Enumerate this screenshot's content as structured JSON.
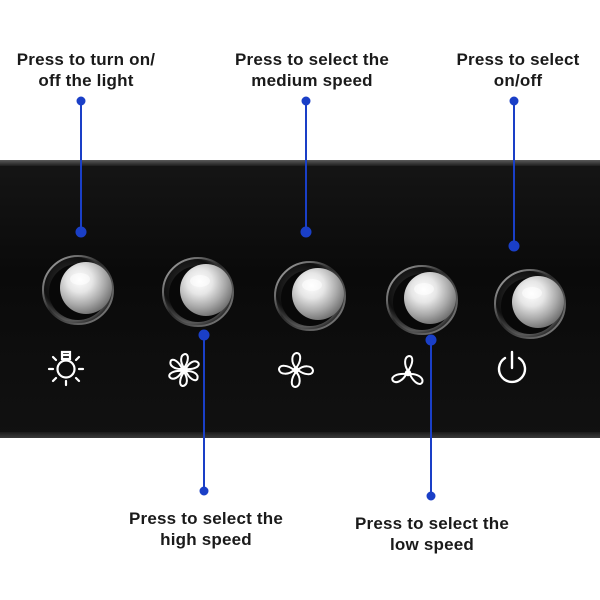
{
  "callouts": {
    "light": "Press to turn on/\noff the light",
    "medium": "Press to select the\nmedium speed",
    "onoff": "Press to select\non/off",
    "high": "Press to select the\nhigh speed",
    "low": "Press to select the\nlow speed"
  },
  "buttons": [
    {
      "name": "light",
      "icon": "lightbulb-icon"
    },
    {
      "name": "high-speed",
      "icon": "fan-high-icon"
    },
    {
      "name": "medium-speed",
      "icon": "fan-medium-icon"
    },
    {
      "name": "low-speed",
      "icon": "fan-low-icon"
    },
    {
      "name": "power",
      "icon": "power-icon"
    }
  ],
  "colors": {
    "panel": "#0d0d0d",
    "callout_line": "#1a3fc7",
    "callout_dot": "#1a3fc7",
    "label_text": "#1a1a1a",
    "icon": "#ffffff"
  }
}
